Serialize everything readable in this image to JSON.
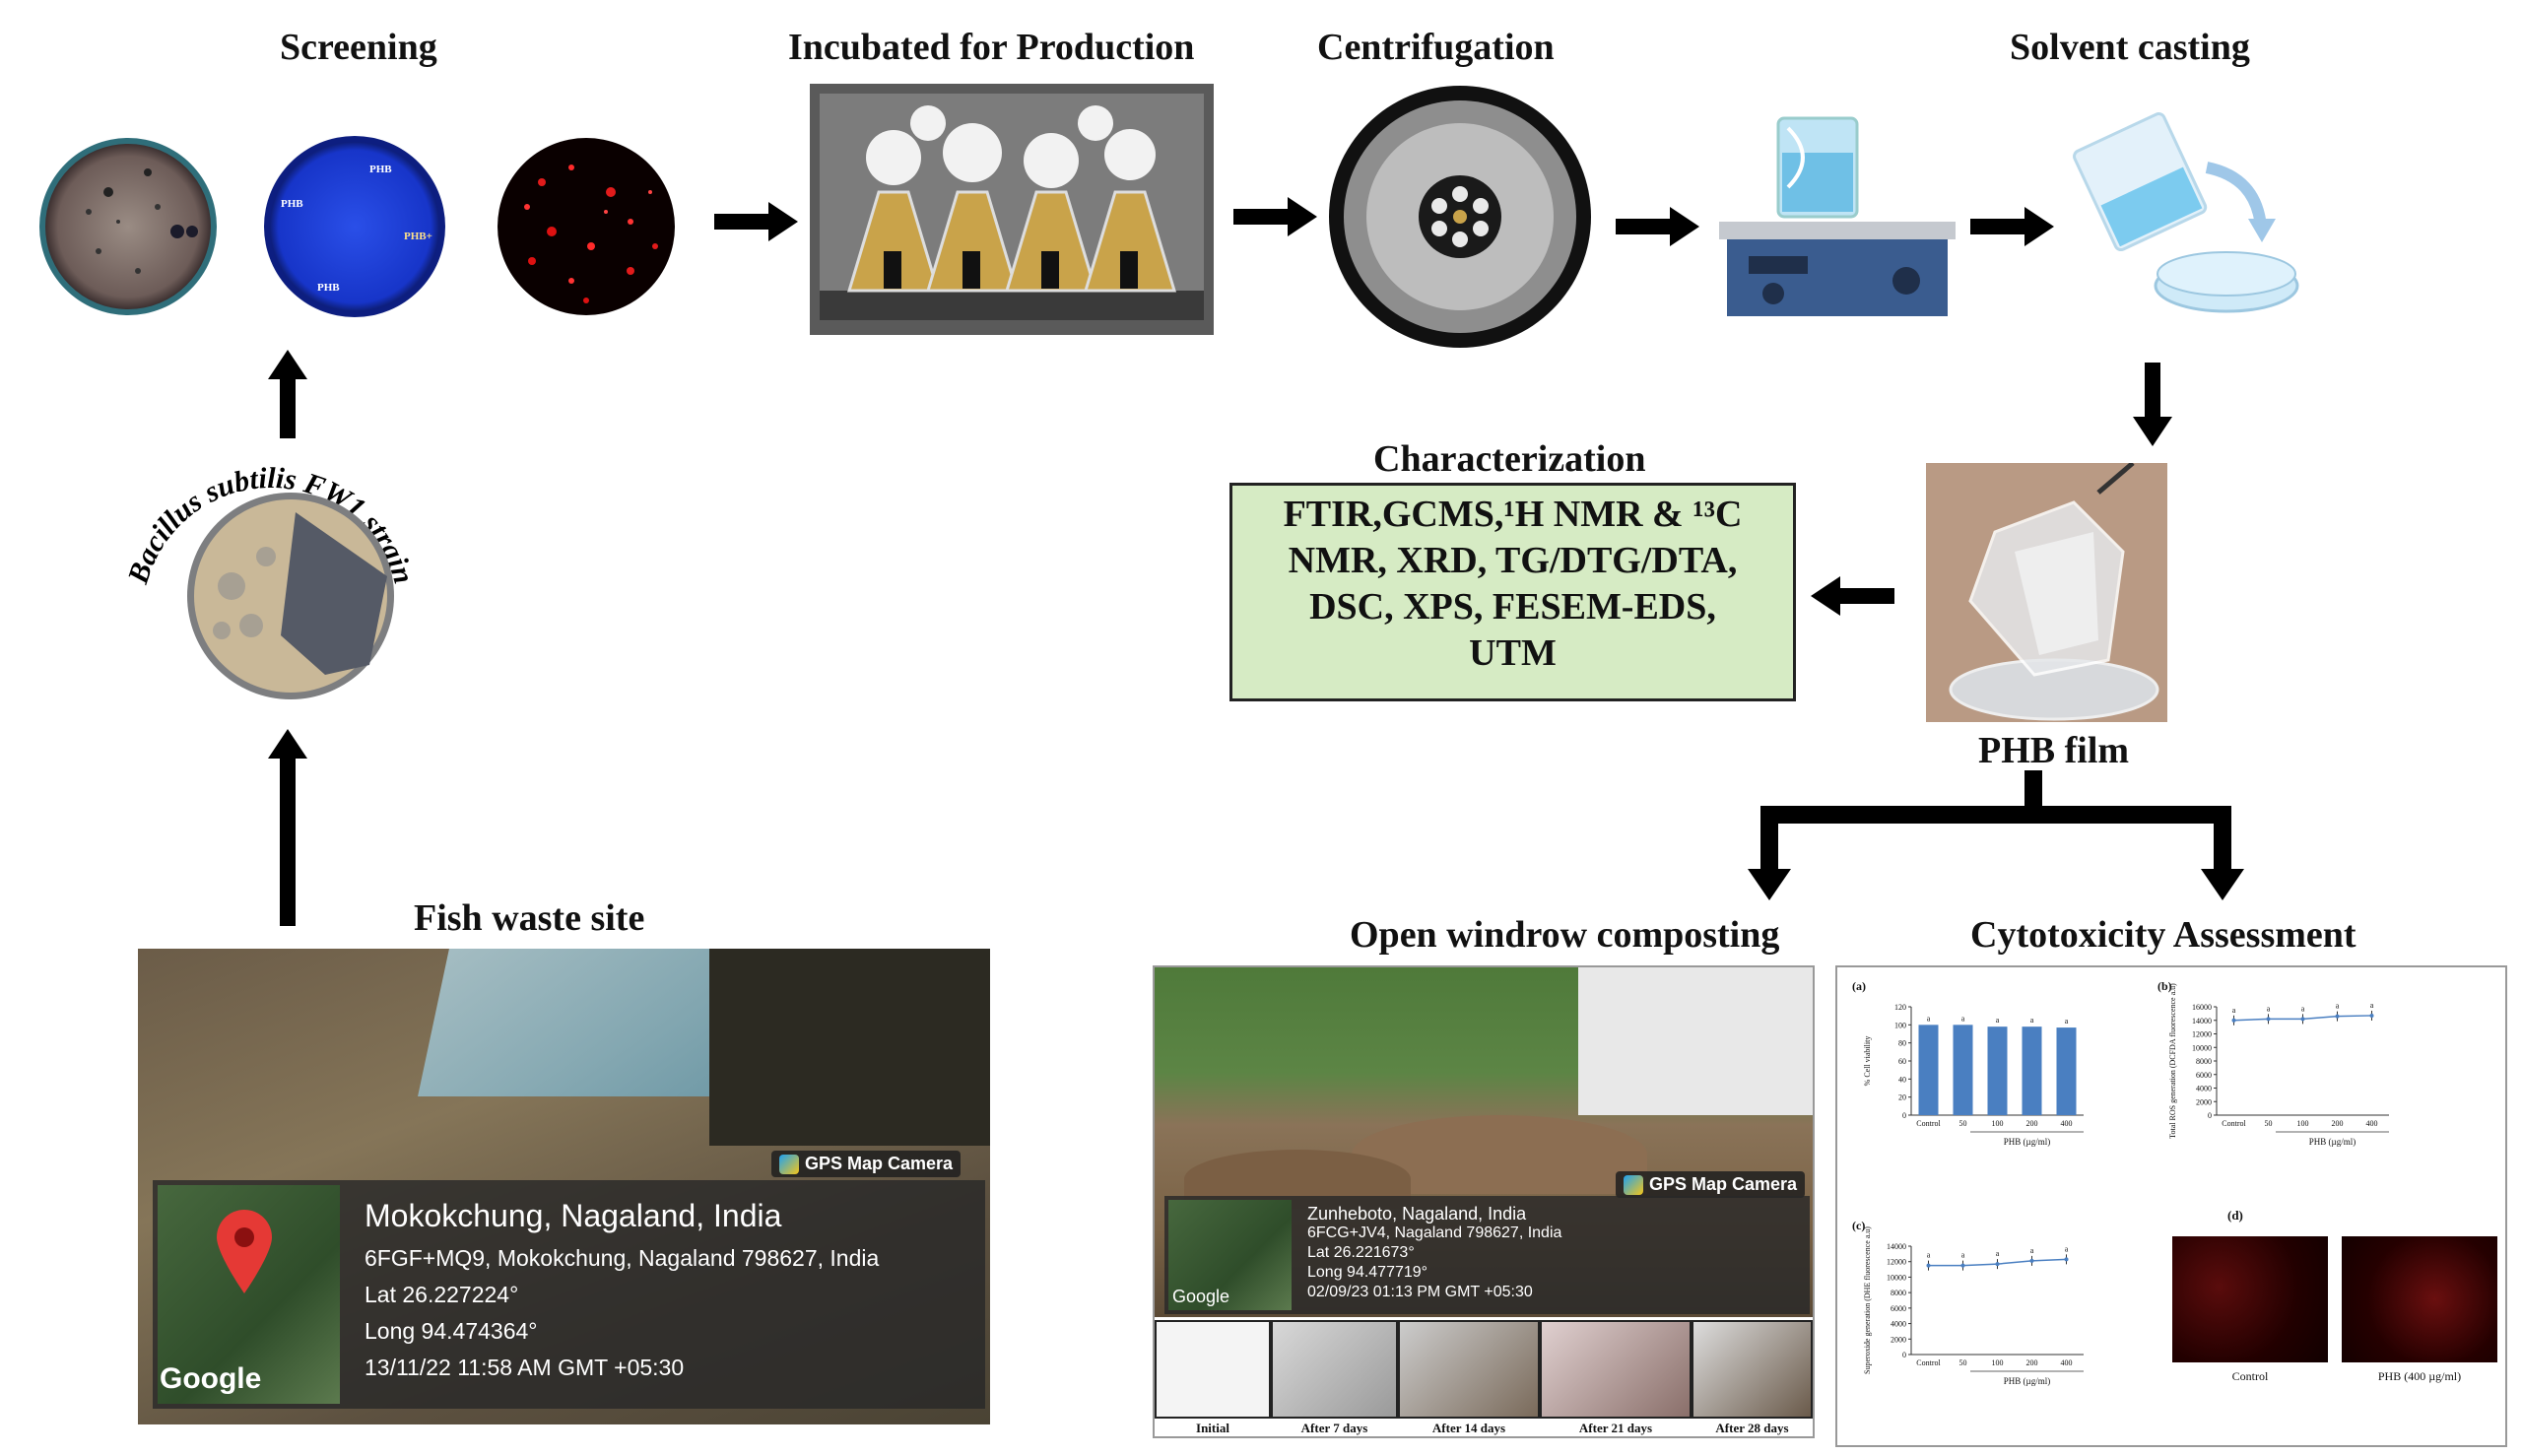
{
  "titles": {
    "screening": "Screening",
    "incubated": "Incubated for Production",
    "centrifugation": "Centrifugation",
    "solvent_casting": "Solvent casting",
    "characterization": "Characterization",
    "phb_film": "PHB film",
    "fish_waste_site": "Fish waste site",
    "open_windrow": "Open windrow composting",
    "cytotoxicity": "Cytotoxicity Assessment"
  },
  "strain_label": "Bacillus subtilis FW1 strain",
  "screening_labels": {
    "p1": "PHB",
    "p2": "PHB",
    "p3": "PHB+",
    "p4": "PHB"
  },
  "characterization_lines": [
    "FTIR,GCMS,¹H NMR & ¹³C",
    "NMR, XRD, TG/DTG/DTA,",
    "DSC, XPS, FESEM-EDS,",
    "UTM"
  ],
  "fish_site_gps": {
    "badge": "GPS Map Camera",
    "place": "Mokokchung, Nagaland, India",
    "address": "6FGF+MQ9, Mokokchung, Nagaland 798627, India",
    "lat": "Lat 26.227224°",
    "long": "Long 94.474364°",
    "time": "13/11/22 11:58 AM GMT +05:30",
    "map_brand": "Google"
  },
  "compost_gps": {
    "badge": "GPS Map Camera",
    "place": "Zunheboto, Nagaland, India",
    "address": "6FCG+JV4, Nagaland 798627, India",
    "lat": "Lat 26.221673°",
    "long": "Long 94.477719°",
    "time": "02/09/23 01:13 PM GMT +05:30",
    "map_brand": "Google"
  },
  "compost_stages": [
    "Initial",
    "After 7 days",
    "After 14 days",
    "After 21 days",
    "After 28 days"
  ],
  "colors": {
    "bar": "#4a7fc1",
    "char_box": "#d6ebc4",
    "arrow": "#000000"
  },
  "chart_data": [
    {
      "panel": "(a)",
      "type": "bar",
      "categories": [
        "Control",
        "50",
        "100",
        "200",
        "400"
      ],
      "values": [
        100,
        100,
        98,
        98,
        97
      ],
      "significance": [
        "a",
        "a",
        "a",
        "a",
        "a"
      ],
      "ylabel": "% Cell viability",
      "xlabel": "PHB (µg/ml)",
      "ylim": [
        0,
        120
      ],
      "yticks": [
        0,
        20,
        40,
        60,
        80,
        100,
        120
      ]
    },
    {
      "panel": "(b)",
      "type": "line",
      "categories": [
        "Control",
        "50",
        "100",
        "200",
        "400"
      ],
      "values": [
        14000,
        14200,
        14200,
        14600,
        14700
      ],
      "significance": [
        "a",
        "a",
        "a",
        "a",
        "a"
      ],
      "ylabel": "Total ROS generation (DCFDA fluorescence a.u)",
      "xlabel": "PHB (µg/ml)",
      "ylim": [
        0,
        16000
      ],
      "yticks": [
        0,
        2000,
        4000,
        6000,
        8000,
        10000,
        12000,
        14000,
        16000
      ]
    },
    {
      "panel": "(c)",
      "type": "line",
      "categories": [
        "Control",
        "50",
        "100",
        "200",
        "400"
      ],
      "values": [
        11500,
        11500,
        11700,
        12100,
        12300
      ],
      "significance": [
        "a",
        "a",
        "a",
        "a",
        "a"
      ],
      "ylabel": "Superoxide generation (DHE fluorescence a.u)",
      "xlabel": "PHB (µg/ml)",
      "ylim": [
        0,
        14000
      ],
      "yticks": [
        0,
        2000,
        4000,
        6000,
        8000,
        10000,
        12000,
        14000
      ]
    }
  ],
  "panel_d": {
    "label": "(d)",
    "captions": [
      "Control",
      "PHB (400 µg/ml)"
    ]
  }
}
